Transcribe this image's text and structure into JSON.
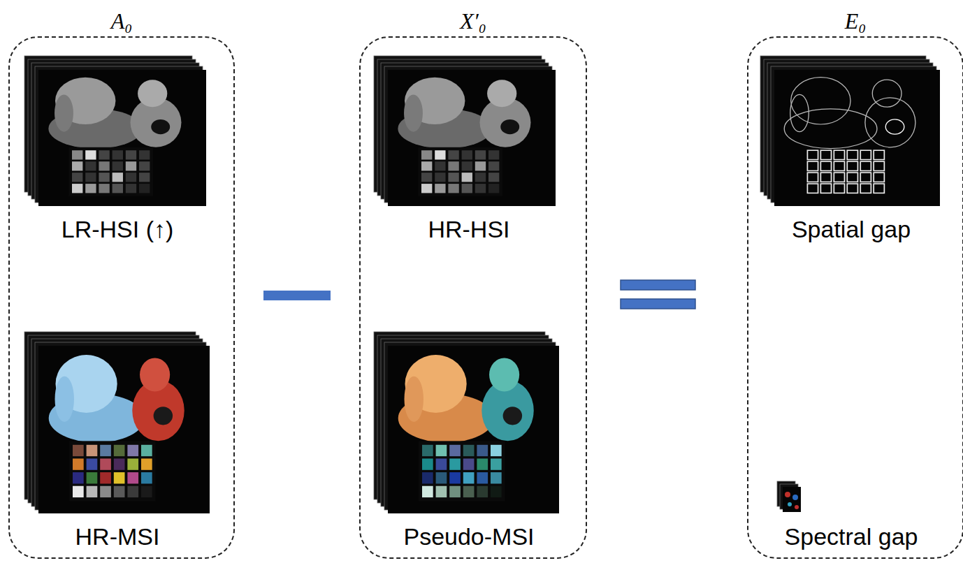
{
  "diagram": {
    "nodes": [
      {
        "text": [
          "A₀"
        ]
      },
      {
        "text": [
          "LR-HSI (↑)"
        ],
        "in": 0
      },
      {
        "text": [
          "HR-MSI"
        ],
        "in": 0
      },
      {
        "text": [
          "X′₀"
        ]
      },
      {
        "text": [
          "HR-HSI"
        ],
        "in": 3
      },
      {
        "text": [
          "Pseudo-MSI"
        ],
        "in": 3
      },
      {
        "text": [
          "E₀"
        ]
      },
      {
        "text": [
          "Spatial gap"
        ],
        "in": 6
      },
      {
        "text": [
          "Spectral gap"
        ],
        "in": 6
      }
    ]
  }
}
